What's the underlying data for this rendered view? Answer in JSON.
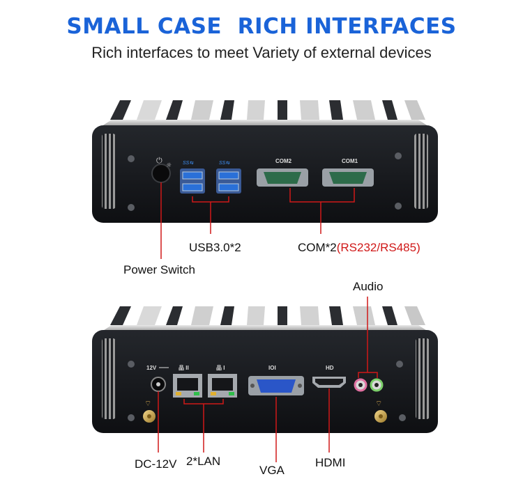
{
  "header": {
    "title": "SMALL CASE  RICH INTERFACES",
    "subtitle": "Rich interfaces to meet Variety of external devices"
  },
  "front_panel": {
    "port_labels": {
      "usb_logo_1": "SS⇆",
      "usb_logo_2": "SS⇆",
      "com2": "COM2",
      "com1": "COM1"
    },
    "callouts": {
      "usb": "USB3.0*2",
      "com": "COM*2",
      "com_note": "(RS232/RS485)",
      "power": "Power Switch"
    }
  },
  "rear_panel": {
    "port_labels": {
      "dc": "12V",
      "lan2": "品 II",
      "lan1": "品 I",
      "vga": "IOI",
      "hdmi": "HD"
    },
    "callouts": {
      "audio": "Audio",
      "dc": "DC-12V",
      "lan": "2*LAN",
      "vga": "VGA",
      "hdmi": "HDMI"
    }
  },
  "colors": {
    "title": "#1a63d8",
    "callout_line": "#d01818",
    "case": "#15171b",
    "vga_port": "#2a56c8"
  }
}
